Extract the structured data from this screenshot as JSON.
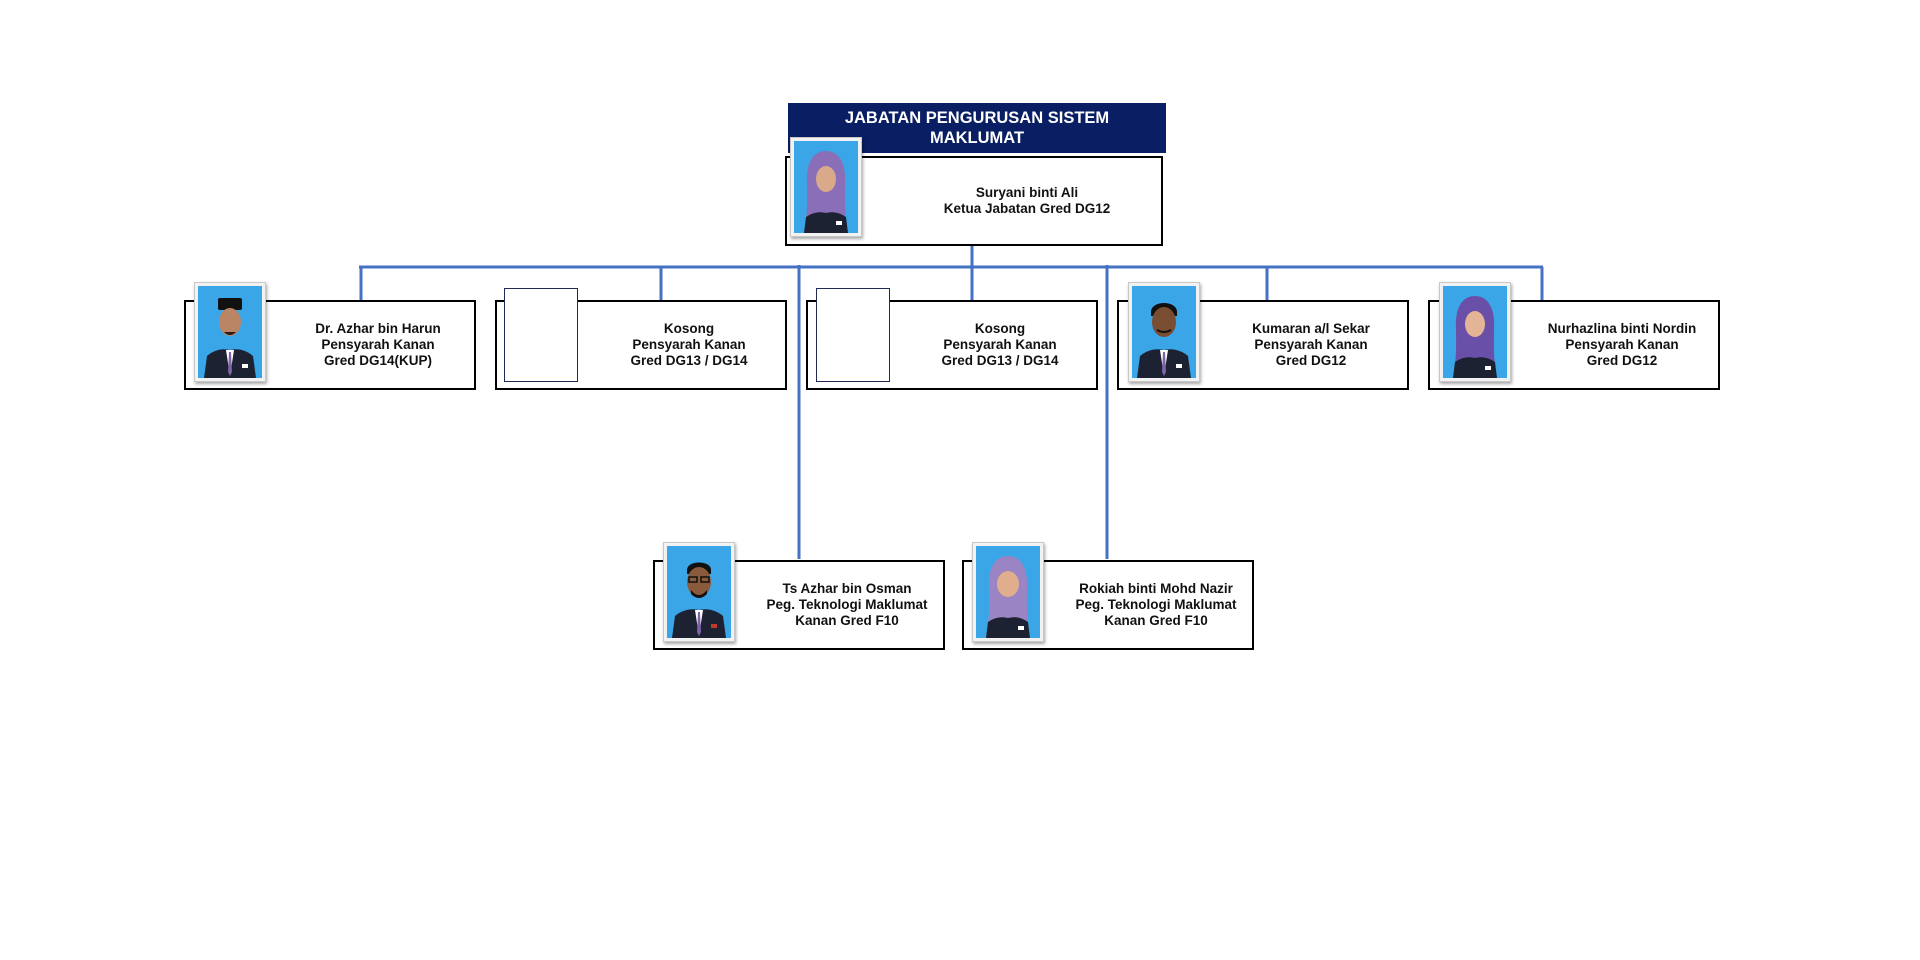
{
  "department": {
    "title": "JABATAN PENGURUSAN SISTEM MAKLUMAT"
  },
  "head": {
    "name": "Suryani binti Ali",
    "role": "Ketua Jabatan Gred DG12",
    "avatar": "hijab-woman-portrait"
  },
  "row1": [
    {
      "name": "Dr. Azhar bin Harun",
      "role": "Pensyarah Kanan",
      "grade": "Gred DG14(KUP)",
      "avatar": "man-songkok-portrait"
    },
    {
      "name": "Kosong",
      "role": "Pensyarah Kanan",
      "grade": "Gred DG13 / DG14",
      "avatar": "vacant"
    },
    {
      "name": "Kosong",
      "role": "Pensyarah Kanan",
      "grade": "Gred DG13 / DG14",
      "avatar": "vacant"
    },
    {
      "name": "Kumaran a/l Sekar",
      "role": "Pensyarah Kanan",
      "grade": "Gred DG12",
      "avatar": "man-portrait"
    },
    {
      "name": "Nurhazlina binti Nordin",
      "role": "Pensyarah Kanan",
      "grade": "Gred DG12",
      "avatar": "hijab-woman-portrait"
    }
  ],
  "row2": [
    {
      "name": "Ts Azhar bin Osman",
      "role": "Peg. Teknologi Maklumat",
      "grade": "Kanan Gred F10",
      "avatar": "man-glasses-portrait"
    },
    {
      "name": "Rokiah binti Mohd Nazir",
      "role": "Peg. Teknologi Maklumat",
      "grade": "Kanan Gred F10",
      "avatar": "hijab-woman-portrait"
    }
  ],
  "colors": {
    "header_bg": "#0a1f63",
    "connector": "#4472c4",
    "photo_bg": "#3aa6e8"
  }
}
